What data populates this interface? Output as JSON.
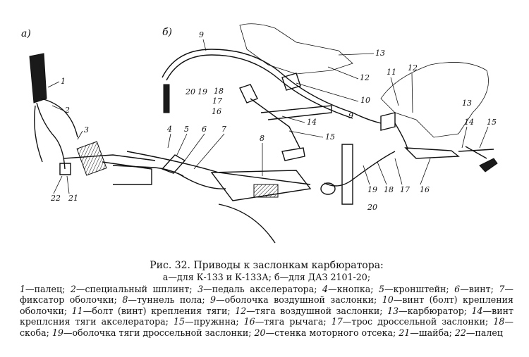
{
  "figure": {
    "part_labels": {
      "a": "а)",
      "b": "б)"
    },
    "callouts": [
      "1",
      "2",
      "3",
      "4",
      "5",
      "6",
      "7",
      "8",
      "9",
      "10",
      "11",
      "12",
      "13",
      "14",
      "15",
      "16",
      "17",
      "18",
      "19",
      "20",
      "21",
      "22"
    ]
  },
  "caption": {
    "title": "Рис. 32. Приводы к заслонкам карбюратора:",
    "subtitle": "а—для К-133 и К-133А; б—для ДАЗ 2101-20;",
    "items": [
      {
        "num": "1",
        "text": "палец"
      },
      {
        "num": "2",
        "text": "специальный шплинт"
      },
      {
        "num": "3",
        "text": "педаль акселератора"
      },
      {
        "num": "4",
        "text": "кнопка"
      },
      {
        "num": "5",
        "text": "кронштейн"
      },
      {
        "num": "6",
        "text": "винт"
      },
      {
        "num": "7",
        "text": "фиксатор оболочки"
      },
      {
        "num": "8",
        "text": "туннель пола"
      },
      {
        "num": "9",
        "text": "оболочка воздушной заслонки"
      },
      {
        "num": "10",
        "text": "винт (болт) крепления оболочки"
      },
      {
        "num": "11",
        "text": "болт (винт) крепления тяги"
      },
      {
        "num": "12",
        "text": "тяга воздушной заслонки"
      },
      {
        "num": "13",
        "text": "карбюратор"
      },
      {
        "num": "14",
        "text": "винт креплсния тяги акселератора"
      },
      {
        "num": "15",
        "text": "пружнна"
      },
      {
        "num": "16",
        "text": "тяга рычага"
      },
      {
        "num": "17",
        "text": "трос дроссельной заслонки"
      },
      {
        "num": "18",
        "text": "скоба"
      },
      {
        "num": "19",
        "text": "оболочка тяги дроссельной заслонки"
      },
      {
        "num": "20",
        "text": "стенка моторного отсека"
      },
      {
        "num": "21",
        "text": "шайба"
      },
      {
        "num": "22",
        "text": "палец"
      }
    ]
  }
}
